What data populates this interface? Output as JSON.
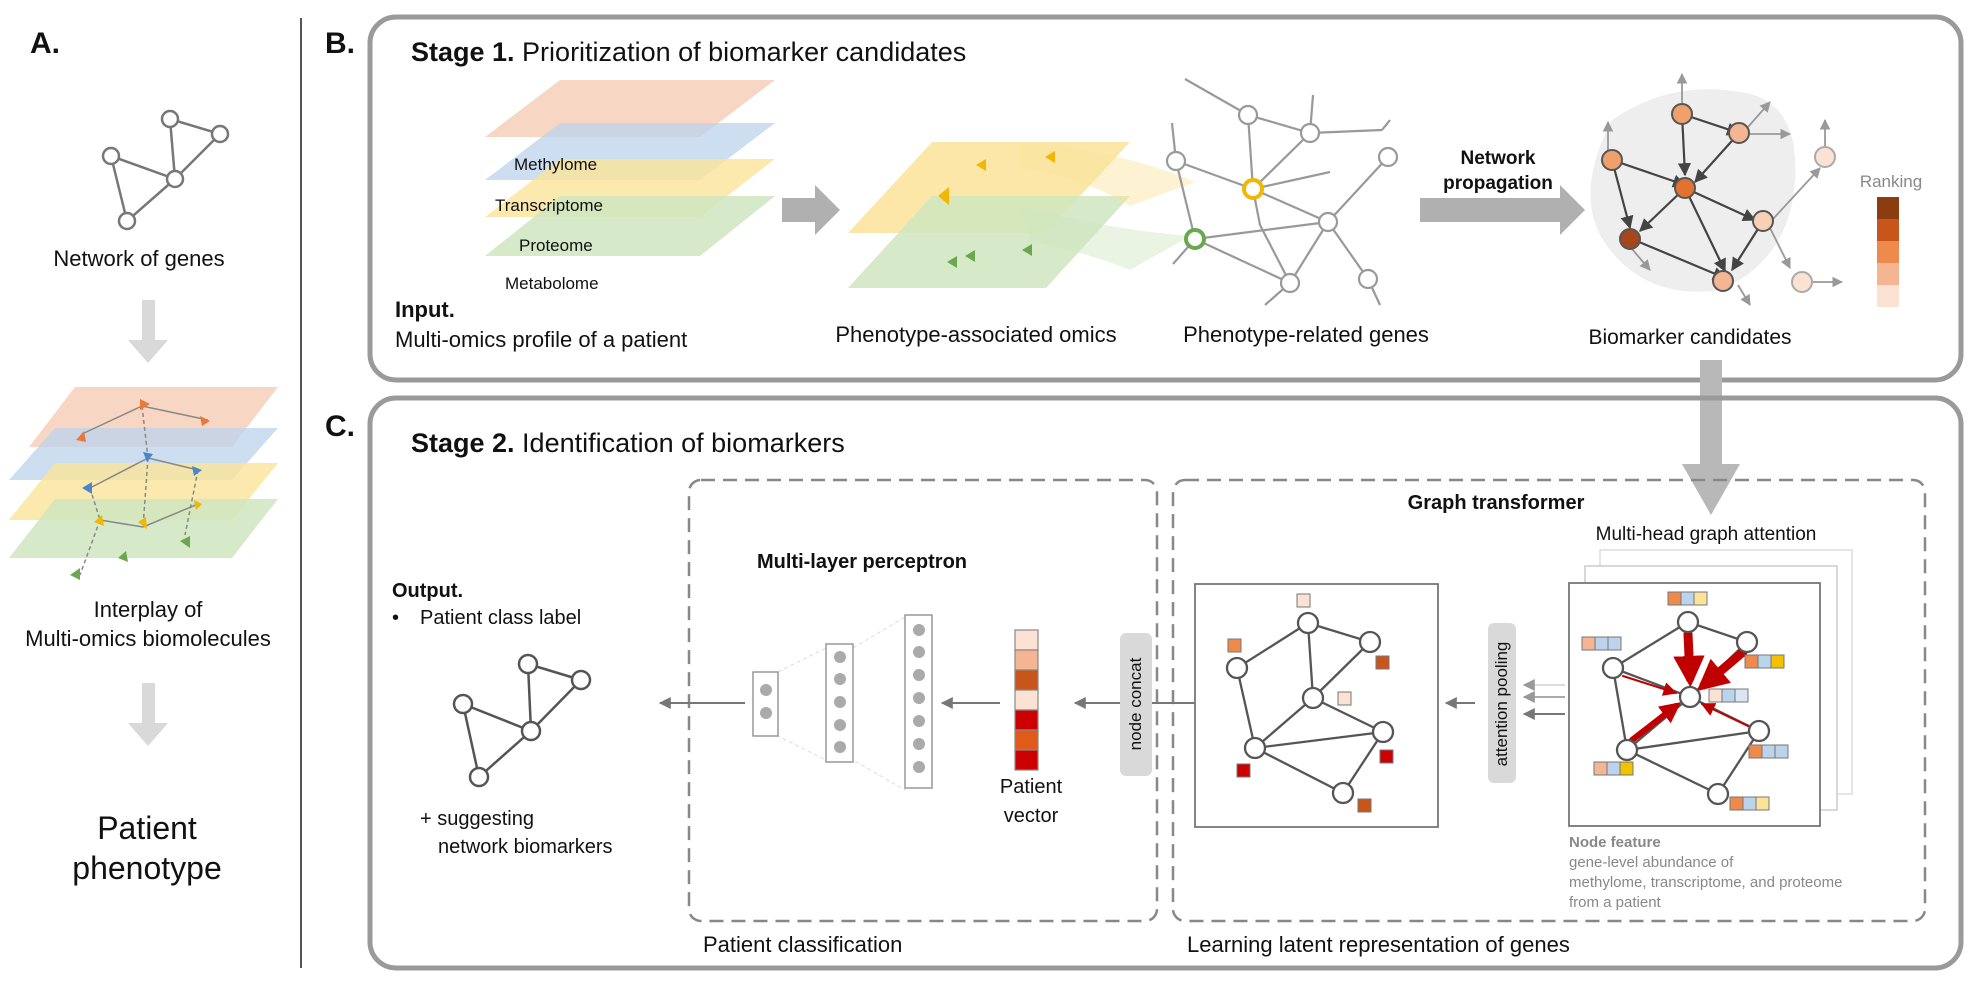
{
  "panel_a": {
    "letter": "A.",
    "network_label": "Network of genes",
    "interplay_label_1": "Interplay of",
    "interplay_label_2": "Multi-omics biomolecules",
    "phenotype_1": "Patient",
    "phenotype_2": "phenotype"
  },
  "panel_b": {
    "letter": "B.",
    "stage_bold": "Stage 1.",
    "stage_rest": " Prioritization of biomarker candidates",
    "layers": [
      "Methylome",
      "Transcriptome",
      "Proteome",
      "Metabolome"
    ],
    "input_bold": "Input.",
    "input_text": "Multi-omics profile of a patient",
    "phenotype_omics": "Phenotype-associated omics",
    "phenotype_genes": "Phenotype-related genes",
    "network_propagation_1": "Network",
    "network_propagation_2": "propagation",
    "biomarker_candidates": "Biomarker candidates",
    "ranking": "Ranking"
  },
  "panel_c": {
    "letter": "C.",
    "stage_bold": "Stage 2.",
    "stage_rest": " Identification of biomarkers",
    "output_bold": "Output.",
    "output_bullet": "•",
    "output_item": "Patient class label",
    "suggest_1": "+ suggesting",
    "suggest_2": "network biomarkers",
    "mlp_title": "Multi-layer perceptron",
    "patient_vector_1": "Patient",
    "patient_vector_2": "vector",
    "node_concat": "node concat",
    "attention_pooling": "attention pooling",
    "graph_transformer": "Graph transformer",
    "multihead": "Multi-head graph attention",
    "node_feature_title": "Node feature",
    "node_feature_1": "gene-level abundance of",
    "node_feature_2": "methylome, transcriptome, and proteome",
    "node_feature_3": "from a patient",
    "patient_classification": "Patient classification",
    "learning_latent": "Learning latent representation of genes"
  },
  "colors": {
    "methylome": "#f4c9b0",
    "transcriptome": "#bcd3ec",
    "proteome": "#fbe39a",
    "metabolome": "#cfe6bf",
    "orange": "#e8783b",
    "blue": "#4a86c8",
    "yellow": "#f2b705",
    "green": "#6aa84f",
    "red": "#c00000",
    "rank": [
      "#8b3d0f",
      "#c8551a",
      "#ee8a4c",
      "#f4b593",
      "#fbe2d3"
    ]
  }
}
